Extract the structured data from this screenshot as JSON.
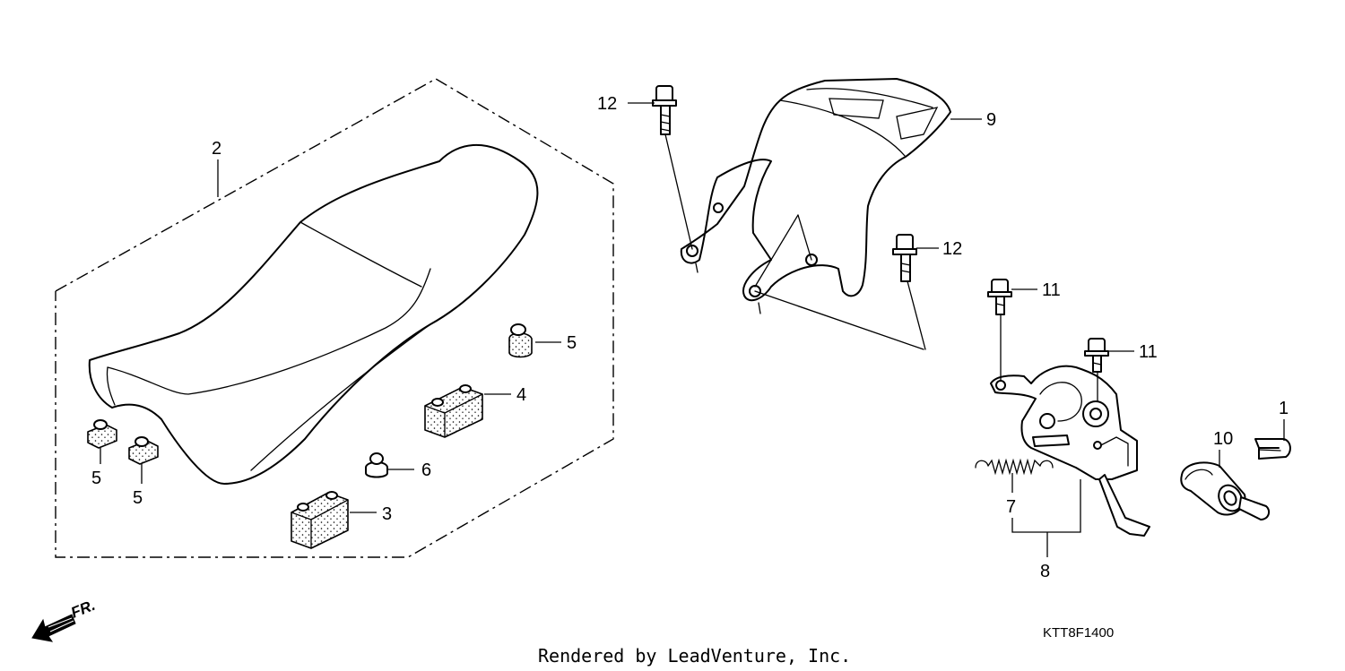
{
  "callouts": [
    {
      "id": "c1",
      "label": "1"
    },
    {
      "id": "c2",
      "label": "2"
    },
    {
      "id": "c3",
      "label": "3"
    },
    {
      "id": "c4",
      "label": "4"
    },
    {
      "id": "c5a",
      "label": "5"
    },
    {
      "id": "c5b",
      "label": "5"
    },
    {
      "id": "c5c",
      "label": "5"
    },
    {
      "id": "c6",
      "label": "6"
    },
    {
      "id": "c7",
      "label": "7"
    },
    {
      "id": "c8",
      "label": "8"
    },
    {
      "id": "c9",
      "label": "9"
    },
    {
      "id": "c10",
      "label": "10"
    },
    {
      "id": "c11a",
      "label": "11"
    },
    {
      "id": "c11b",
      "label": "11"
    },
    {
      "id": "c12a",
      "label": "12"
    },
    {
      "id": "c12b",
      "label": "12"
    }
  ],
  "diagram_code": "KTT8F1400",
  "direction_label": "FR.",
  "footer_credit": "Rendered by LeadVenture, Inc."
}
